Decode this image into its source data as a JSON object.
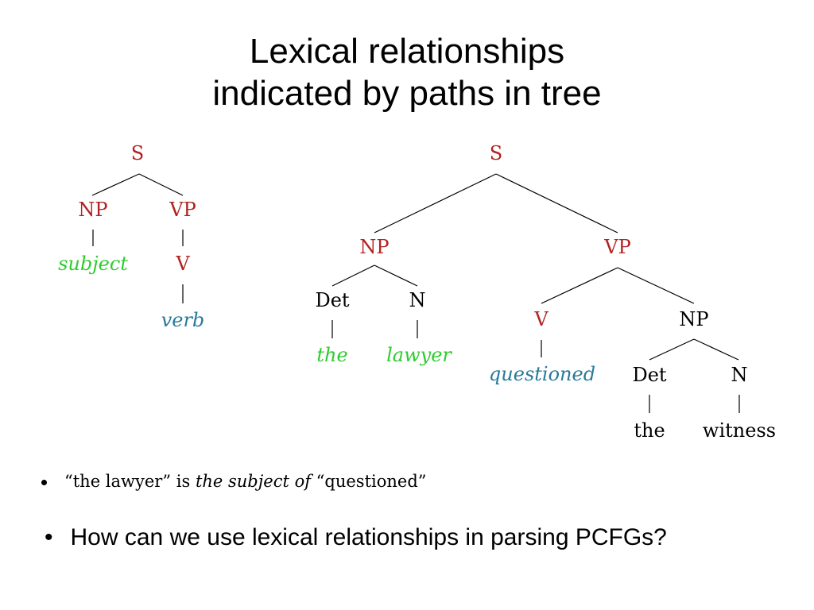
{
  "title": {
    "line1": "Lexical relationships",
    "line2": "indicated by paths in tree"
  },
  "colors": {
    "nonterminal": "#b22222",
    "subject_word": "#2ecc2e",
    "verb_word": "#2a7a9a",
    "edge": "#000000"
  },
  "tree_left": {
    "S": "S",
    "NP": "NP",
    "VP": "VP",
    "V": "V",
    "subject": "subject",
    "verb": "verb"
  },
  "tree_right": {
    "S": "S",
    "NP1": "NP",
    "VP": "VP",
    "Det1": "Det",
    "N1": "N",
    "the1": "the",
    "lawyer": "lawyer",
    "V": "V",
    "NP2": "NP",
    "questioned": "questioned",
    "Det2": "Det",
    "N2": "N",
    "the2": "the",
    "witness": "witness"
  },
  "bullets": {
    "b1_part1": "“the lawyer” is ",
    "b1_italic": "the subject of",
    "b1_part2": " “questioned”",
    "b2_marker": "•",
    "b2_text": "How can we use lexical relationships in parsing PCFGs?"
  }
}
